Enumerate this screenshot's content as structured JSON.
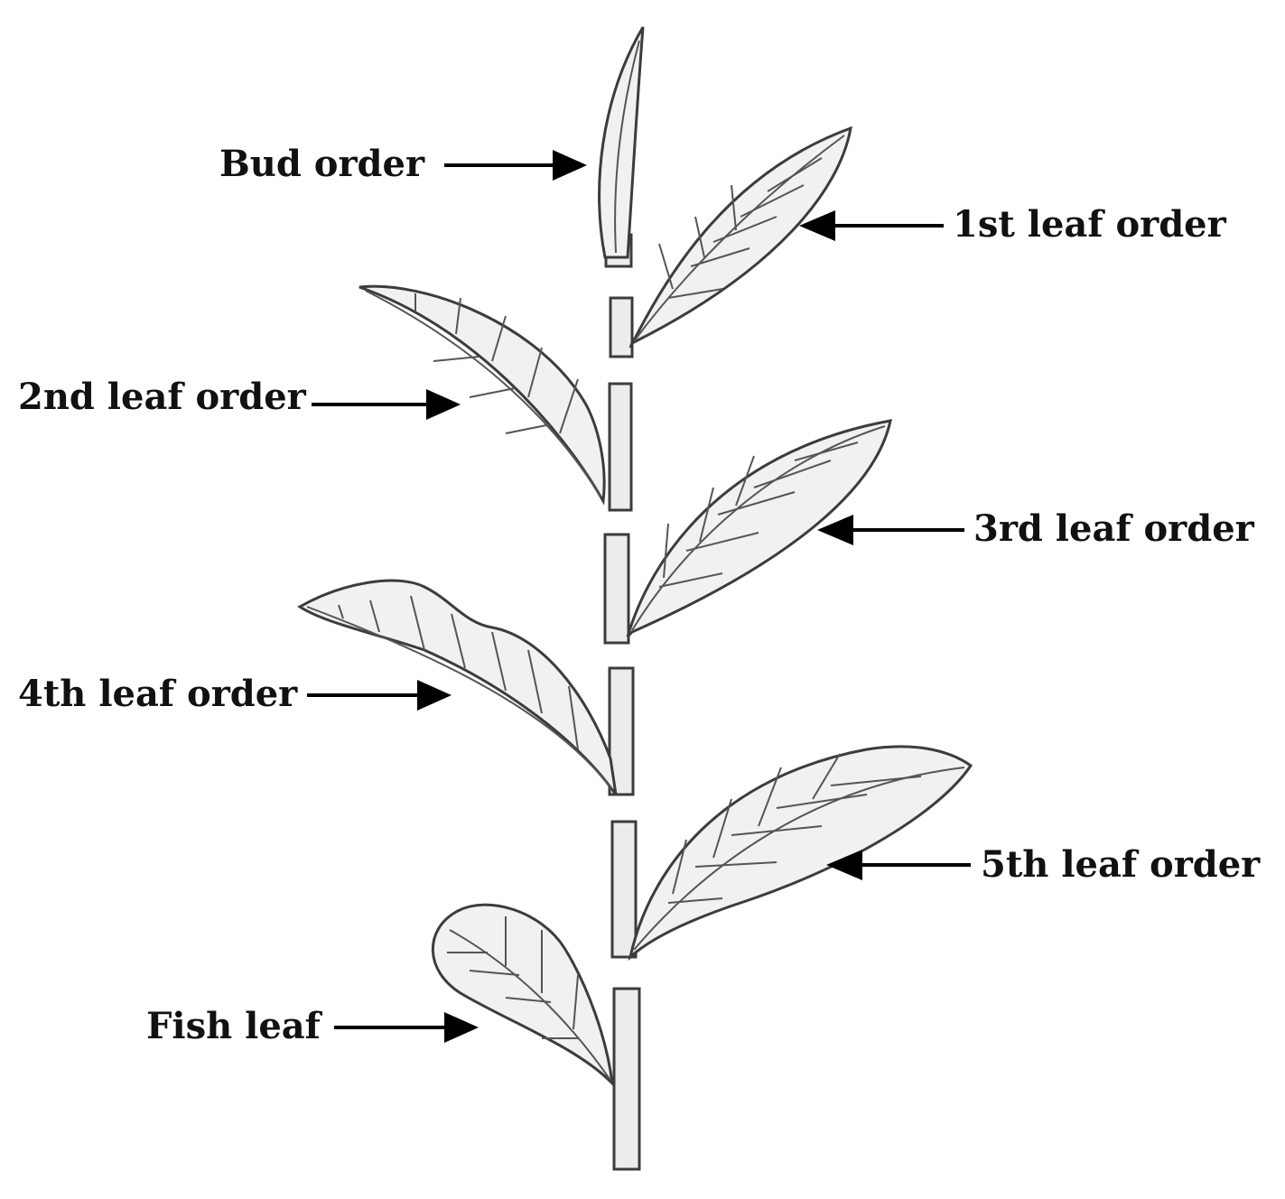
{
  "labels": {
    "bud": "Bud order",
    "leaf1": "1st leaf order",
    "leaf2": "2nd leaf order",
    "leaf3": "3rd leaf order",
    "leaf4": "4th leaf order",
    "leaf5": "5th leaf order",
    "fish": "Fish leaf"
  },
  "colors": {
    "ink": "#111111",
    "leaf_fill": "#f1f1f1",
    "outline": "#3c3c3c"
  }
}
